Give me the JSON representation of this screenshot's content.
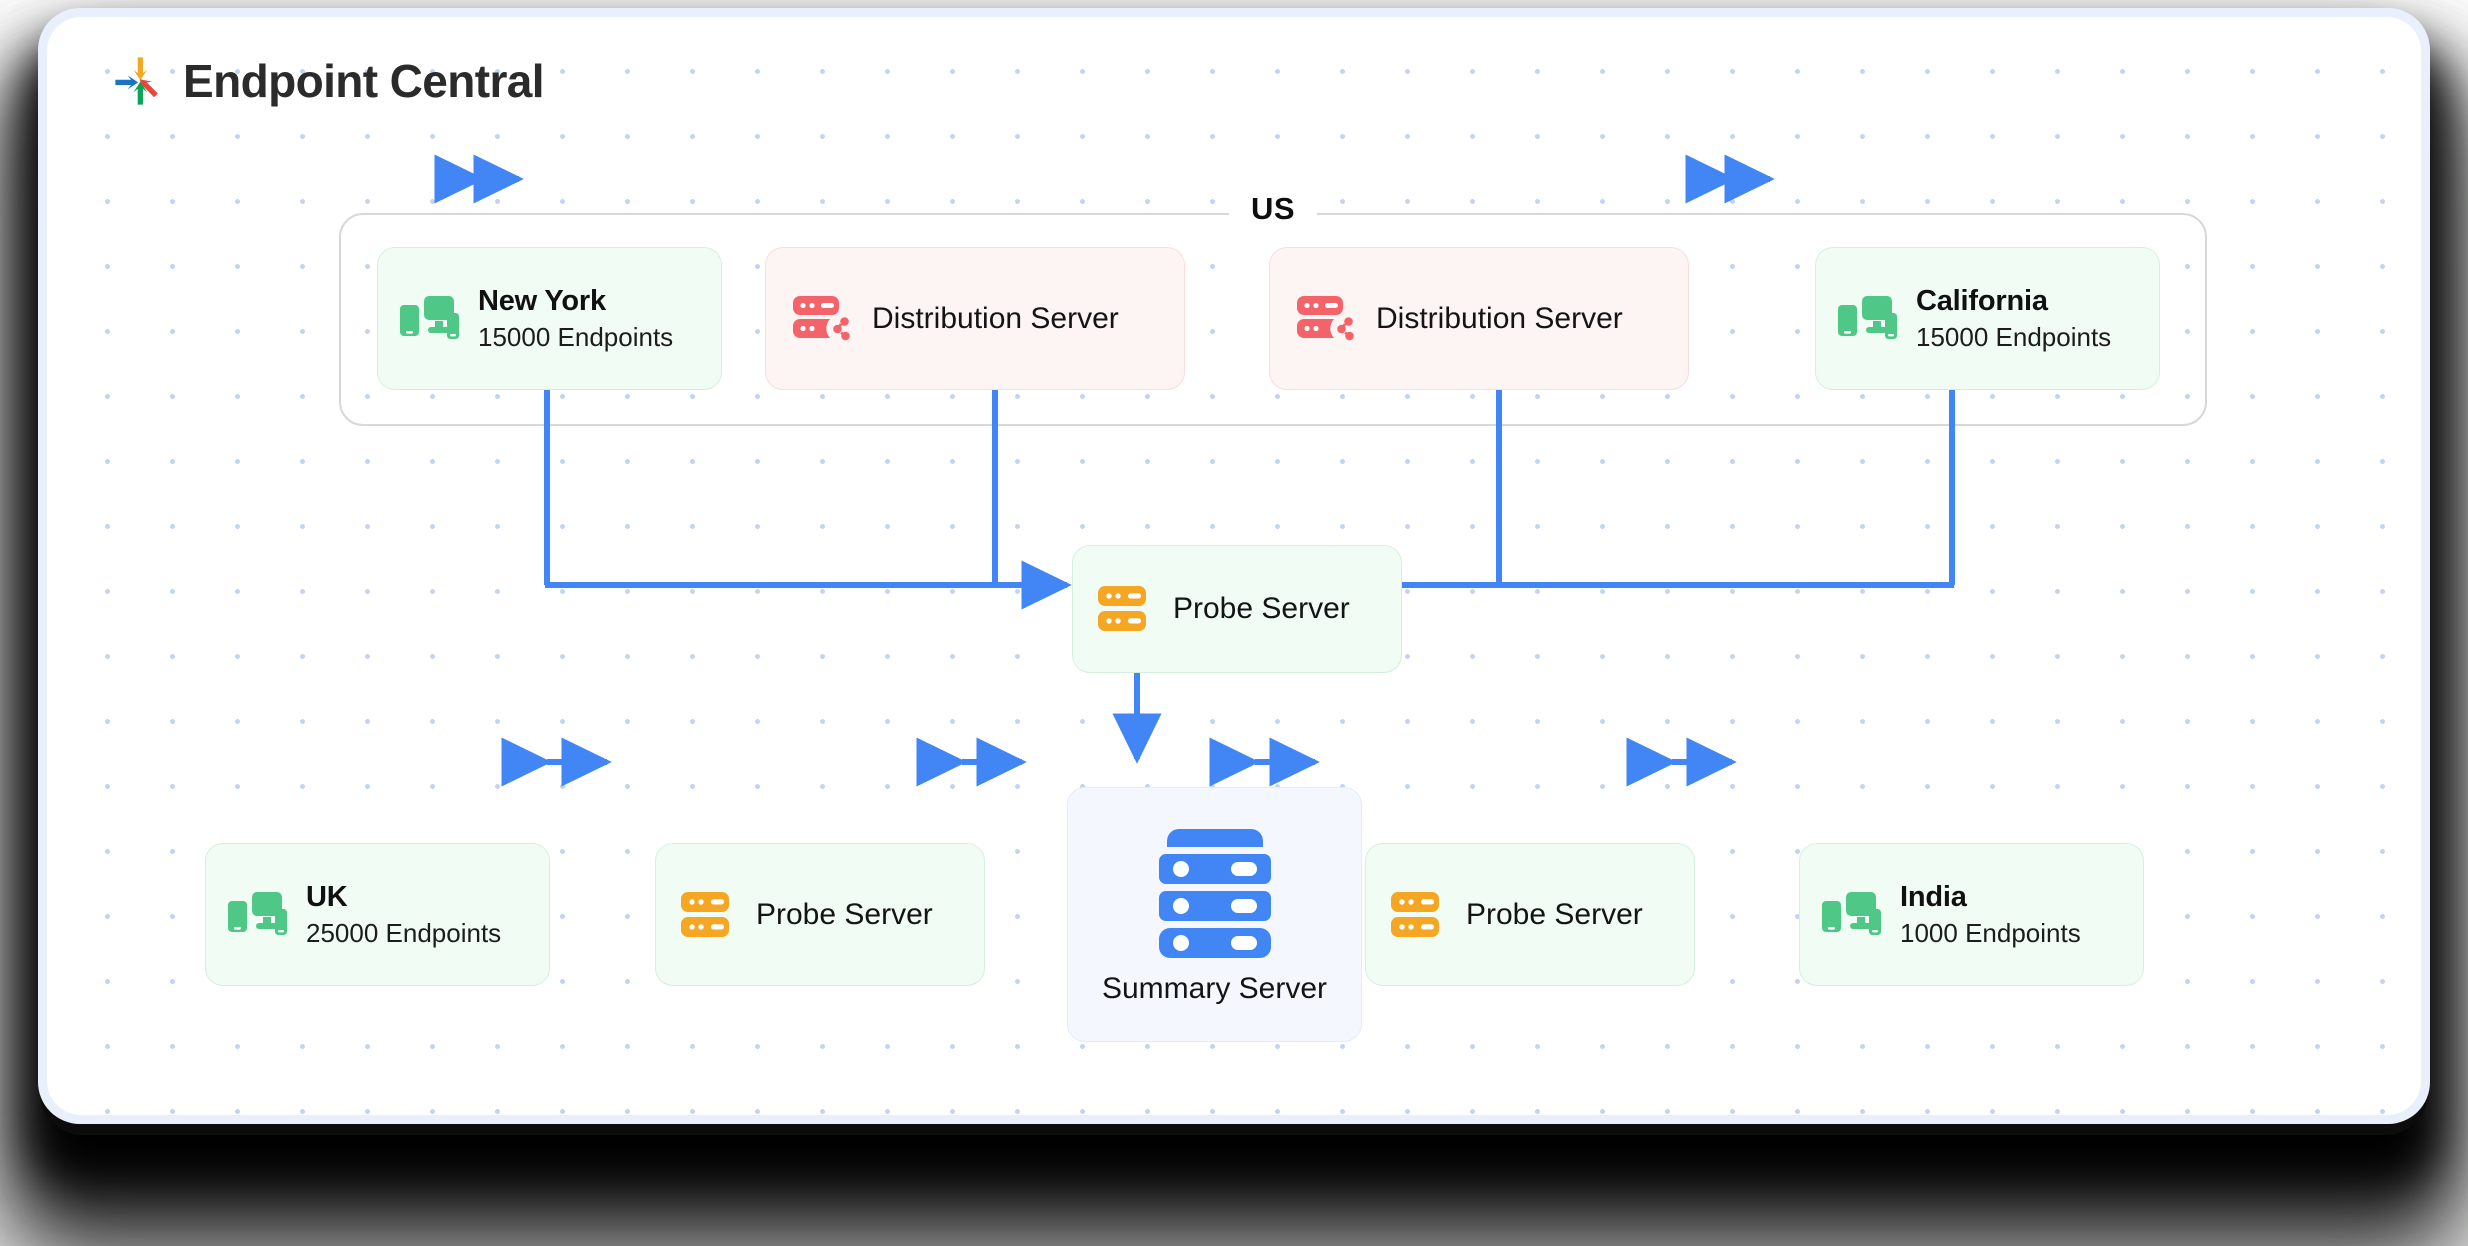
{
  "brand": {
    "title": "Endpoint Central",
    "logo_icon": "manageengine-pinwheel-icon"
  },
  "colors": {
    "accent_blue": "#4285f4",
    "endpoint_green": "#4fc887",
    "distribution_red": "#f5636a",
    "probe_orange": "#f5a623",
    "summary_blue": "#4285f4",
    "group_border": "#d8d8d6",
    "dot_grid": "#c3d4f2"
  },
  "groups": {
    "us": {
      "label": "US"
    }
  },
  "nodes": {
    "new_york": {
      "title": "New York",
      "subtitle": "15000 Endpoints",
      "icon": "devices-icon"
    },
    "distribution_server_left": {
      "label": "Distribution Server",
      "icon": "distribution-server-icon"
    },
    "distribution_server_right": {
      "label": "Distribution Server",
      "icon": "distribution-server-icon"
    },
    "california": {
      "title": "California",
      "subtitle": "15000 Endpoints",
      "icon": "devices-icon"
    },
    "probe_server_center": {
      "label": "Probe Server",
      "icon": "probe-server-icon"
    },
    "probe_server_left": {
      "label": "Probe Server",
      "icon": "probe-server-icon"
    },
    "probe_server_right": {
      "label": "Probe Server",
      "icon": "probe-server-icon"
    },
    "summary_server": {
      "label": "Summary Server",
      "icon": "summary-server-icon"
    },
    "uk": {
      "title": "UK",
      "subtitle": "25000 Endpoints",
      "icon": "devices-icon"
    },
    "india": {
      "title": "India",
      "subtitle": "1000 Endpoints",
      "icon": "devices-icon"
    }
  },
  "connectors": [
    {
      "name": "new-york-to-distribution-left",
      "kind": "bidirectional"
    },
    {
      "name": "distribution-right-to-california",
      "kind": "bidirectional"
    },
    {
      "name": "probe-center-to-new-york",
      "kind": "directional-up"
    },
    {
      "name": "probe-center-to-distribution-left",
      "kind": "directional-up"
    },
    {
      "name": "probe-center-to-distribution-right",
      "kind": "directional-up"
    },
    {
      "name": "probe-center-to-california",
      "kind": "directional-up"
    },
    {
      "name": "probe-center-to-summary",
      "kind": "bidirectional"
    },
    {
      "name": "uk-to-probe-left",
      "kind": "bidirectional"
    },
    {
      "name": "probe-left-to-summary",
      "kind": "bidirectional"
    },
    {
      "name": "summary-to-probe-right",
      "kind": "bidirectional"
    },
    {
      "name": "probe-right-to-india",
      "kind": "bidirectional"
    }
  ]
}
